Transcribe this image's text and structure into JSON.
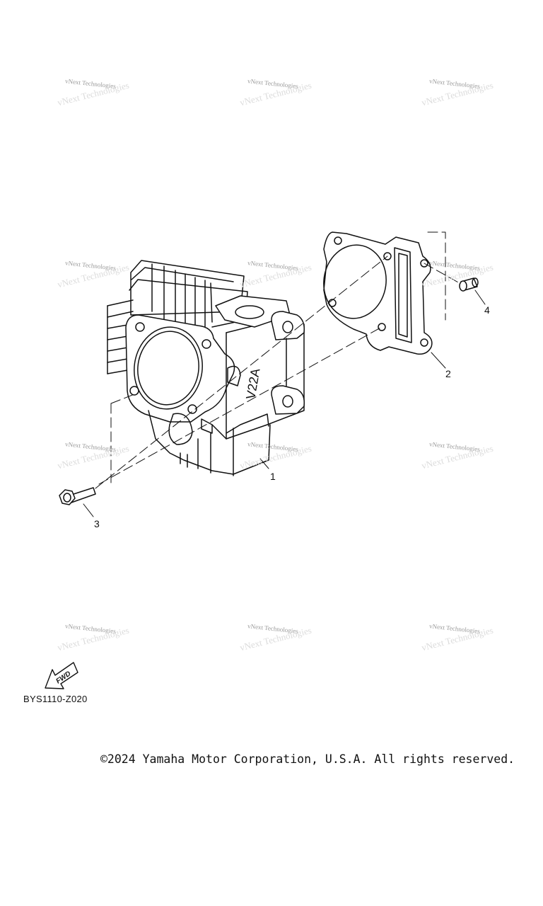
{
  "watermark": {
    "text": "vNext Technologies"
  },
  "callouts": {
    "c1": "1",
    "c2": "2",
    "c3": "3",
    "c4": "4"
  },
  "cylinder_marking": "V22A",
  "fwd_label": "FWD",
  "diagram_code": "BYS1110-Z020",
  "copyright": "©2024 Yamaha Motor Corporation, U.S.A. All rights reserved."
}
